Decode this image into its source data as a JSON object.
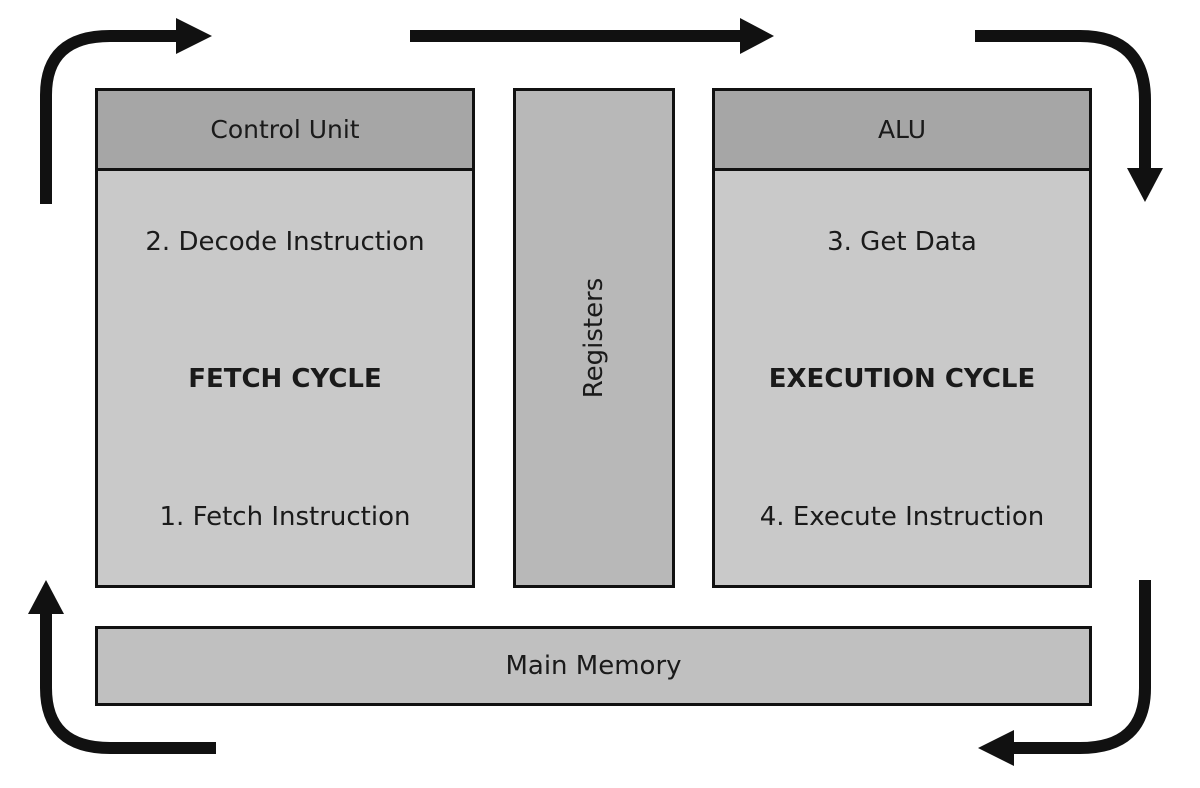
{
  "diagram": {
    "control_unit": {
      "header": "Control Unit",
      "step_top": "2. Decode Instruction",
      "cycle_label": "FETCH CYCLE",
      "step_bottom": "1. Fetch Instruction"
    },
    "registers": {
      "label": "Registers"
    },
    "alu": {
      "header": "ALU",
      "step_top": "3. Get Data",
      "cycle_label": "EXECUTION CYCLE",
      "step_bottom": "4. Execute Instruction"
    },
    "main_memory": {
      "label": "Main Memory"
    }
  },
  "colors": {
    "header_fill": "#a6a6a6",
    "panel_fill": "#c9c9c9",
    "register_fill": "#b8b8b8",
    "memory_fill": "#c0c0c0",
    "stroke": "#111111"
  }
}
